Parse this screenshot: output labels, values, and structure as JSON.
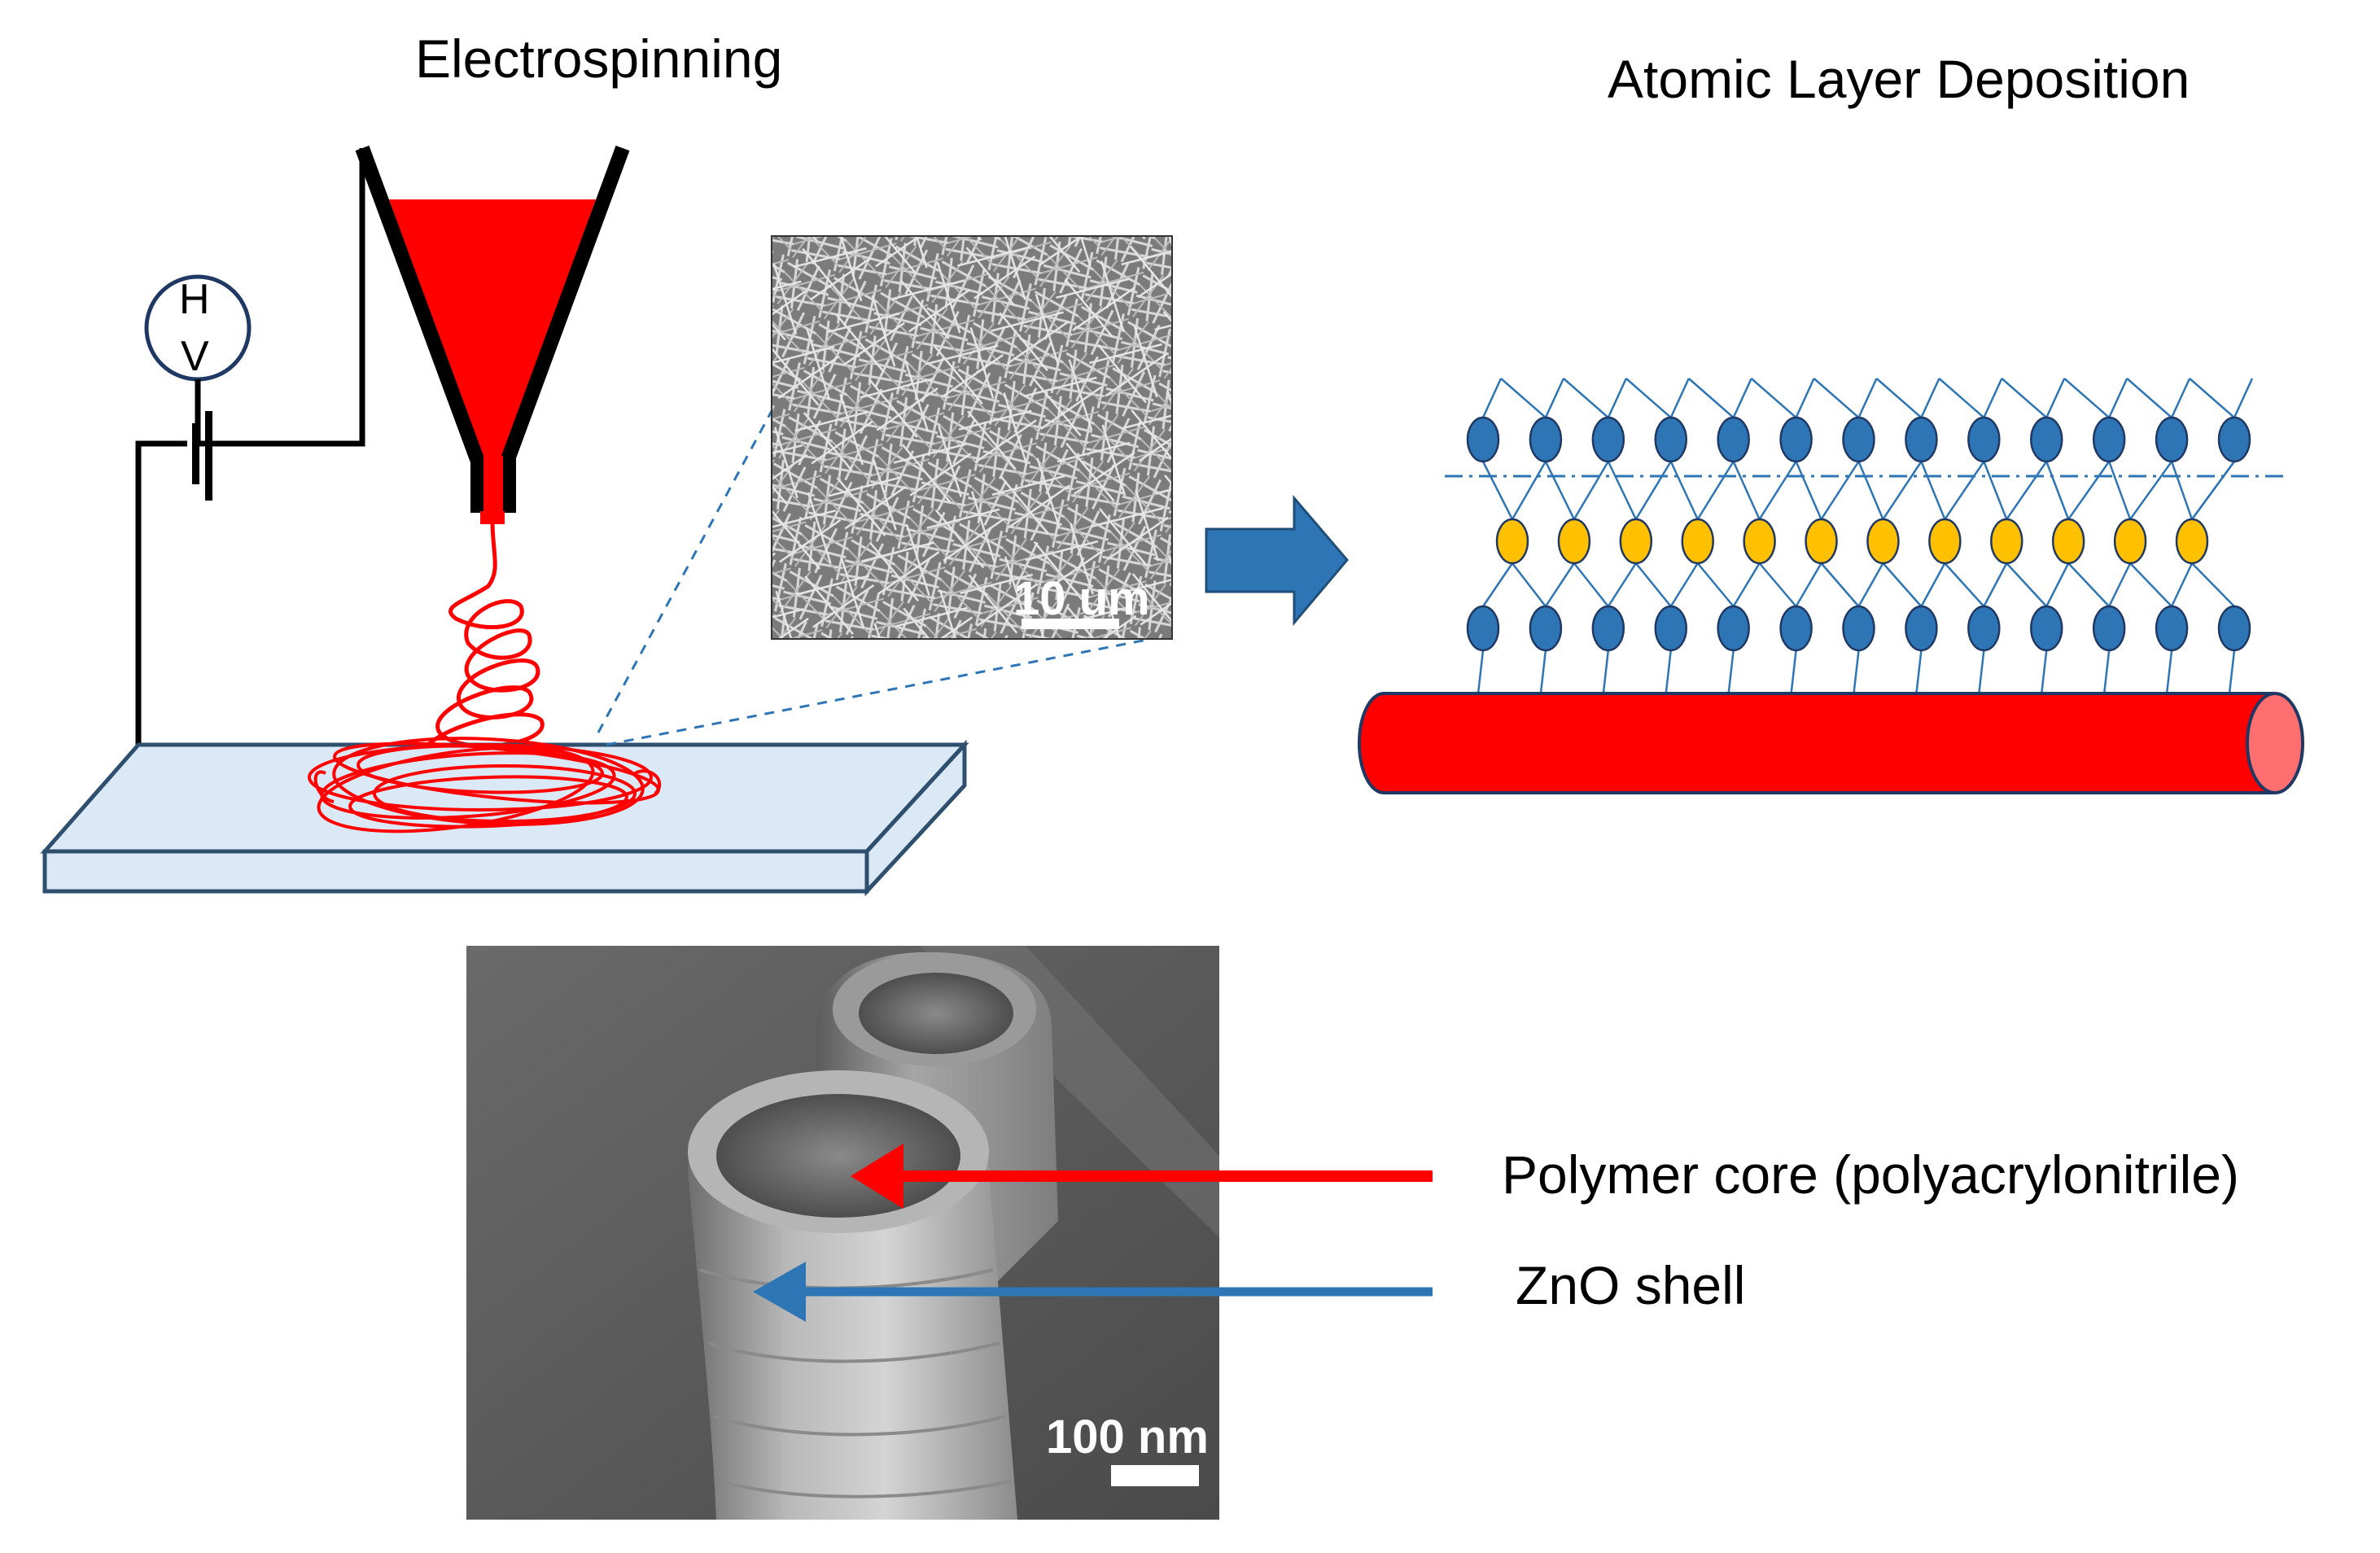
{
  "titles": {
    "electrospinning": "Electrospinning",
    "ald": "Atomic Layer Deposition"
  },
  "power_supply": {
    "label_top": "H",
    "label_bottom": "V"
  },
  "sem_top": {
    "scale_label": "10 um"
  },
  "sem_bottom": {
    "scale_label": "100 nm"
  },
  "annotations": {
    "core": "Polymer core (polyacrylonitrile)",
    "shell": "ZnO shell"
  },
  "colors": {
    "polymer_red": "#ff0000",
    "shell_blue": "#2e75b6",
    "atom_blue": "#2e75b6",
    "atom_yellow": "#ffc000",
    "atom_outline": "#1f3864",
    "substrate_fill": "#dbe8f5",
    "substrate_stroke": "#2f4f6f",
    "process_arrow": "#2e75b6",
    "sem_background": "#555555"
  },
  "ald_layers": {
    "blue_atoms_per_row": 13,
    "yellow_atoms_per_row": 12
  }
}
